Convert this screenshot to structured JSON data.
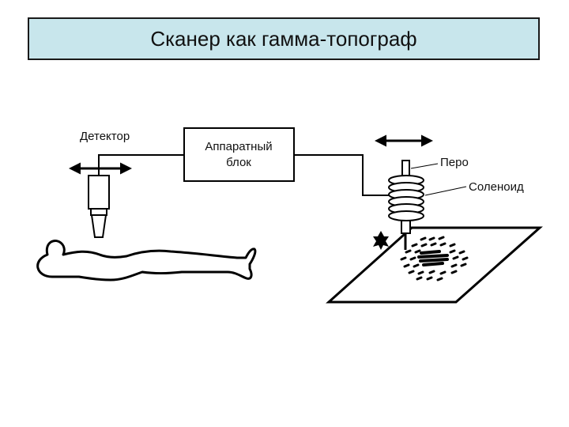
{
  "title": "Сканер как гамма-топограф",
  "colors": {
    "title_background": "#c8e6ec",
    "stroke": "#000000"
  },
  "diagram": {
    "labels": {
      "detector": "Детектор",
      "apparatus_line1": "Аппаратный",
      "apparatus_line2": "блок",
      "pen": "Перо",
      "solenoid": "Соленоид"
    }
  }
}
